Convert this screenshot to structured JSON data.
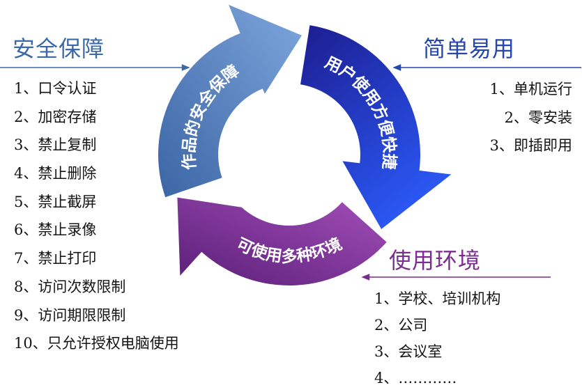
{
  "sections": {
    "security": {
      "title": "安全保障",
      "color": "#3b68a9",
      "items": [
        "1、口令认证",
        "2、加密存储",
        "3、禁止复制",
        "4、禁止删除",
        "5、禁止截屏",
        "6、禁止录像",
        "7、禁止打印",
        "8、访问次数限制",
        "9、访问期限限制",
        "10、只允许授权电脑使用"
      ]
    },
    "ease": {
      "title": "简单易用",
      "color": "#2546ad",
      "items": [
        "1、单机运行",
        "2、零安装",
        "3、即插即用"
      ]
    },
    "environment": {
      "title": "使用环境",
      "color": "#7b2c8f",
      "items": [
        "1、学校、培训机构",
        "2、公司",
        "3、会议室",
        "4、…………"
      ]
    }
  },
  "cycle": {
    "security": {
      "label": "作品的安全保障",
      "gradient": [
        "#7ea6dd",
        "#3b65a4"
      ]
    },
    "ease": {
      "label": "用户使用方便快捷",
      "gradient": [
        "#1c1d8f",
        "#2a58f5"
      ]
    },
    "environment": {
      "label": "可使用多种环境",
      "gradient": [
        "#a34fb8",
        "#5a1e78"
      ]
    }
  }
}
